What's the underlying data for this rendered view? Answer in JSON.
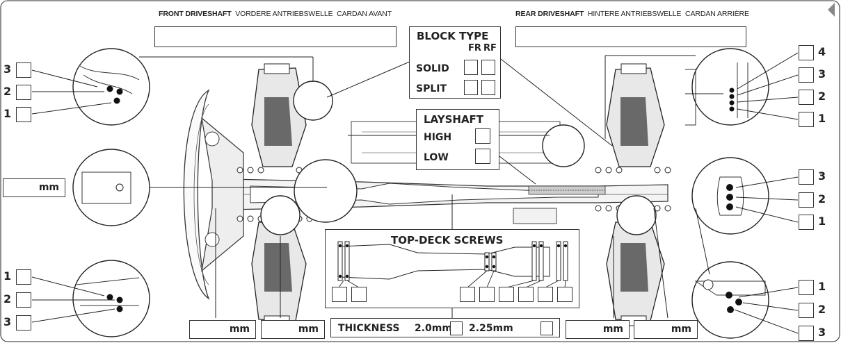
{
  "front_driveshaft": {
    "title": "FRONT DRIVESHAFT",
    "de": "VORDERE ANTRIEBSWELLE",
    "fr": "CARDAN AVANT"
  },
  "rear_driveshaft": {
    "title": "REAR DRIVESHAFT",
    "de": "HINTERE ANTRIEBSWELLE",
    "fr": "CARDAN ARRIÈRE"
  },
  "block_type": {
    "title": "BLOCK TYPE",
    "col1": "FR",
    "col2": "RF",
    "solid": "SOLID",
    "split": "SPLIT"
  },
  "layshaft": {
    "title": "LAYSHAFT",
    "high": "HIGH",
    "low": "LOW"
  },
  "topdeck": {
    "title": "TOP-DECK SCREWS"
  },
  "thickness": {
    "label": "THICKNESS",
    "opt1": "2.0mm",
    "opt2": "2.25mm"
  },
  "unit": "mm",
  "front_upper_left_positions": [
    "3",
    "2",
    "1"
  ],
  "front_lower_left_positions": [
    "1",
    "2",
    "3"
  ],
  "rear_upper_right_positions": [
    "4",
    "3",
    "2",
    "1"
  ],
  "rear_mid_right_positions": [
    "3",
    "2",
    "1"
  ],
  "rear_lower_right_positions": [
    "1",
    "2",
    "3"
  ]
}
